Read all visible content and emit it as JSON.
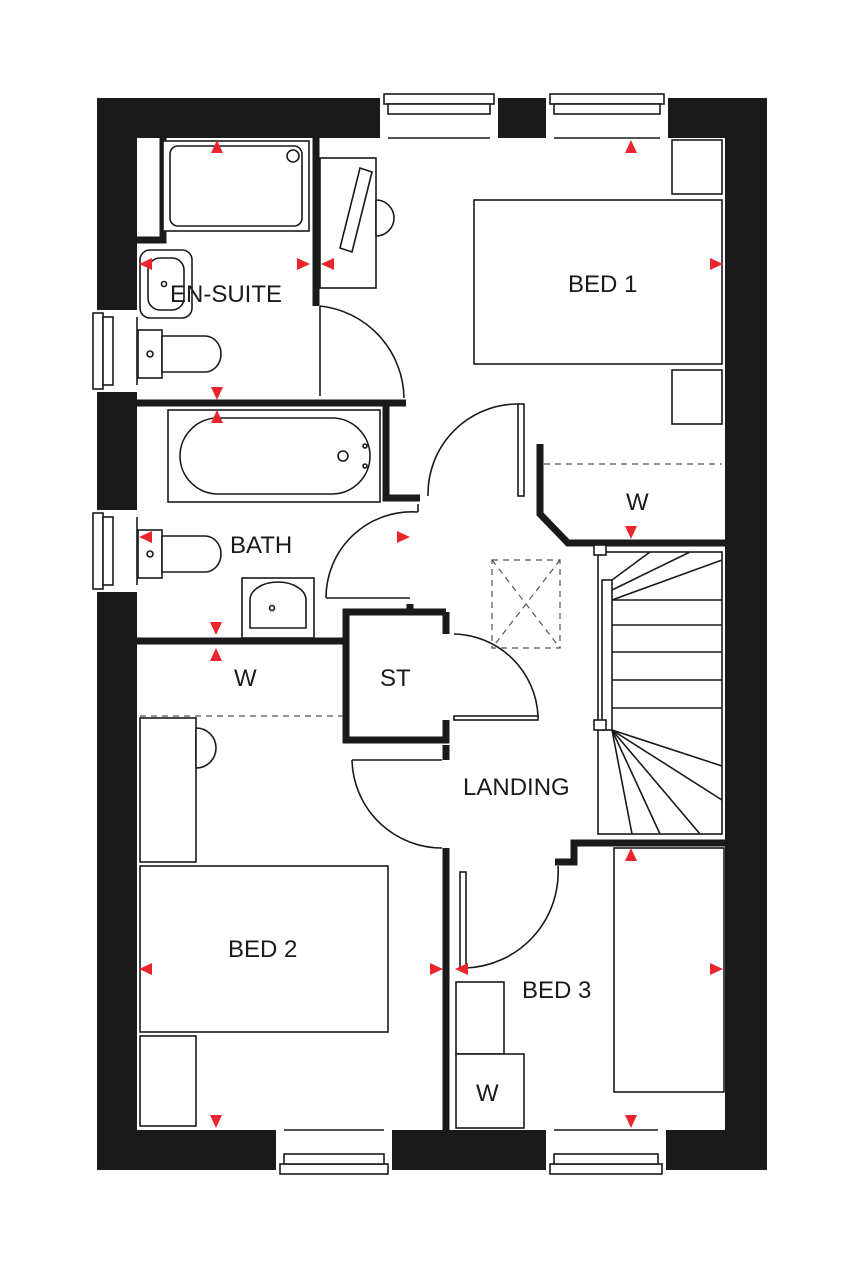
{
  "rooms": {
    "ensuite": "EN-SUITE",
    "bed1": "BED 1",
    "bath": "BATH",
    "wardrobe_bed1": "W",
    "wardrobe_bed2": "W",
    "store": "ST",
    "landing": "LANDING",
    "bed2": "BED 2",
    "bed3": "BED 3",
    "wardrobe_bed3": "W"
  },
  "colors": {
    "wall": "#1a1a1a",
    "marker": "#e8262b",
    "background": "#ffffff"
  },
  "marker_icon": "red-triangle-dimension-marker"
}
